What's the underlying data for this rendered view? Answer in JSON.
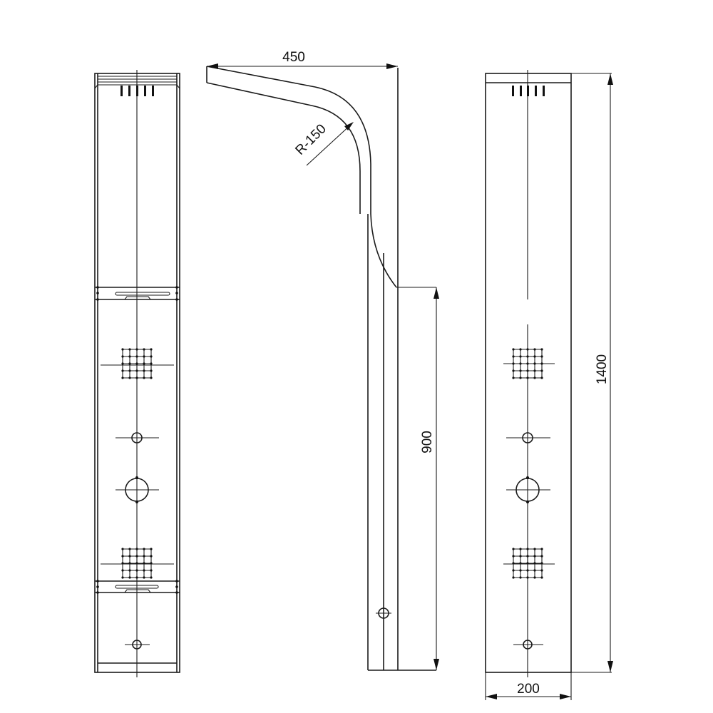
{
  "diagram": {
    "subject": "Shower panel technical drawing",
    "views": [
      {
        "name": "front-view-left",
        "description": "Front elevation with control components"
      },
      {
        "name": "side-view",
        "description": "Side profile with curved head arm"
      },
      {
        "name": "front-view-right",
        "description": "Front elevation with overall dimensions"
      }
    ],
    "dimensions": {
      "top_width": "450",
      "bend_radius": "R-150",
      "lower_height": "900",
      "total_height": "1400",
      "panel_width": "200"
    },
    "components": [
      "rain-shower-vents",
      "shelf-bar-upper",
      "body-jet-grid-upper",
      "diverter-knob-small",
      "mixer-knob-large",
      "body-jet-grid-lower",
      "shelf-bar-lower",
      "hand-shower-outlet"
    ],
    "colors": {
      "line": "#1a1a1a",
      "background": "#ffffff"
    }
  }
}
